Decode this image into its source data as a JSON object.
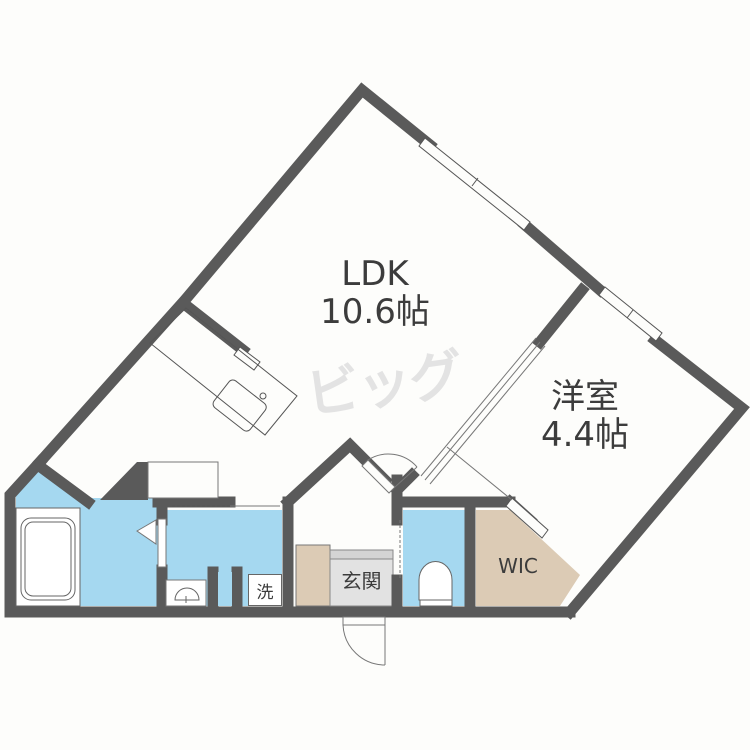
{
  "floor_plan": {
    "watermark": "ビッグ",
    "colors": {
      "wall": "#5a5a5a",
      "wet_area": "#a5d8f0",
      "storage": "#dccbb5",
      "entrance": "#e2e2e2",
      "floor": "#fdfdfb"
    },
    "rooms": [
      {
        "id": "ldk",
        "name": "LDK",
        "size": "10.6帖"
      },
      {
        "id": "western",
        "name": "洋室",
        "size": "4.4帖"
      },
      {
        "id": "wic",
        "name": "WIC"
      },
      {
        "id": "entrance",
        "name": "玄関"
      },
      {
        "id": "washer",
        "name": "洗"
      }
    ],
    "fixtures": [
      "bathtub",
      "washbasin",
      "toilet",
      "kitchen-sink",
      "shoe-storage",
      "front-door"
    ]
  }
}
